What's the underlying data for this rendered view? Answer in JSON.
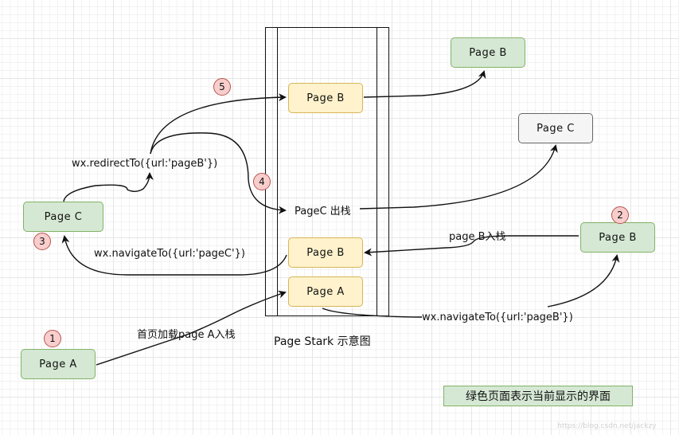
{
  "diagram": {
    "title": "Page Stark 示意图",
    "stack": {
      "label": "Page Stark 示意图",
      "items": [
        {
          "label": "Page  B",
          "state": "top"
        },
        {
          "label": "PageC 出栈",
          "state": "popped"
        },
        {
          "label": "Page  B",
          "state": "pushed"
        },
        {
          "label": "Page  A",
          "state": "bottom"
        }
      ]
    },
    "pages": {
      "page_a": "Page  A",
      "page_c_left": "Page  C",
      "page_b_right": "Page  B",
      "page_b_top": "Page  B",
      "page_c_gray": "Page  C"
    },
    "steps": [
      "1",
      "2",
      "3",
      "4",
      "5"
    ],
    "edge_labels": {
      "home_push": "首页加载page A入栈",
      "navigate_b": "wx.navigateTo({url:'pageB'})",
      "push_b": "page B入栈",
      "navigate_c": "wx.navigateTo({url:'pageC'})",
      "redirect_b": "wx.redirectTo({url:'pageB'})"
    },
    "legend": "绿色页面表示当前显示的界面",
    "watermark": "https://blog.csdn.net/jackzy",
    "colors": {
      "current_fill": "#d5e8d4",
      "current_border": "#82b366",
      "stack_fill": "#fff2cc",
      "stack_border": "#d6b656",
      "removed_fill": "#f5f5f5",
      "removed_border": "#666666",
      "step_fill": "#f8cecc",
      "step_border": "#b85450"
    }
  }
}
